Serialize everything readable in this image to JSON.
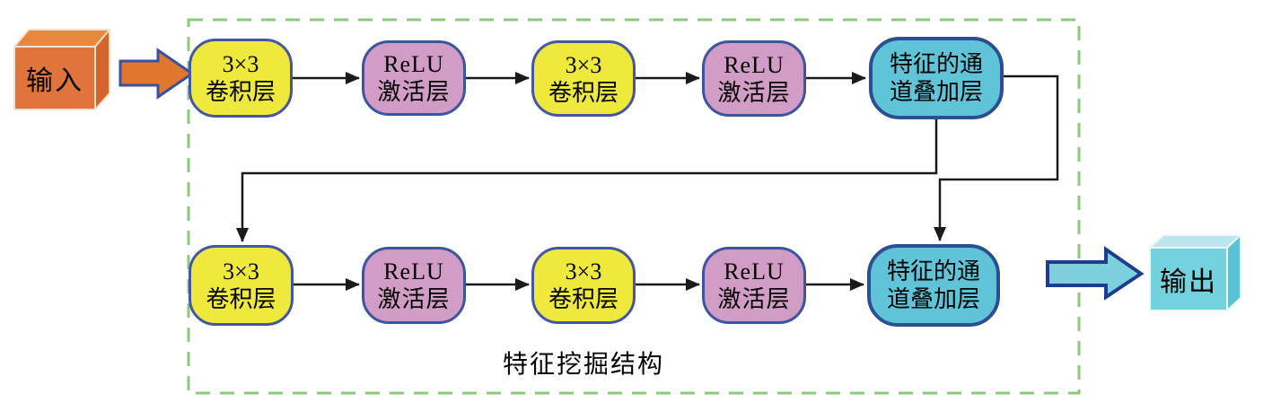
{
  "figure": {
    "input_cube": {
      "label": "输入"
    },
    "output_cube": {
      "label": "输出"
    },
    "container": {
      "label": "特征挖掘结构"
    },
    "row1": [
      {
        "line1": "3×3",
        "line2": "卷积层"
      },
      {
        "line1": "ReLU",
        "line2": "激活层"
      },
      {
        "line1": "3×3",
        "line2": "卷积层"
      },
      {
        "line1": "ReLU",
        "line2": "激活层"
      },
      {
        "line1": "特征的通",
        "line2": "道叠加层"
      }
    ],
    "row2": [
      {
        "line1": "3×3",
        "line2": "卷积层"
      },
      {
        "line1": "ReLU",
        "line2": "激活层"
      },
      {
        "line1": "3×3",
        "line2": "卷积层"
      },
      {
        "line1": "ReLU",
        "line2": "激活层"
      },
      {
        "line1": "特征的通",
        "line2": "道叠加层"
      }
    ]
  },
  "colors": {
    "conv_fill": "#efe93e",
    "conv_border": "#4457a3",
    "relu_fill": "#d19cc6",
    "relu_border": "#3d55a0",
    "concat_fill": "#60c4d9",
    "concat_border": "#2c4e92",
    "dashed_border": "#8cc97c",
    "connector": "#1a1a1a",
    "input_cube_front": "#e0743a",
    "input_cube_top": "#e9873f",
    "input_cube_side": "#d2662d",
    "output_cube_front": "#73d2de",
    "output_cube_top": "#b9e7ed",
    "output_cube_side": "#5ac3d3",
    "input_arrow_fill": "#e0772f",
    "input_arrow_border": "#3a50a0",
    "output_arrow_fill": "#7fd0de",
    "output_arrow_border": "#1e3d8f"
  }
}
